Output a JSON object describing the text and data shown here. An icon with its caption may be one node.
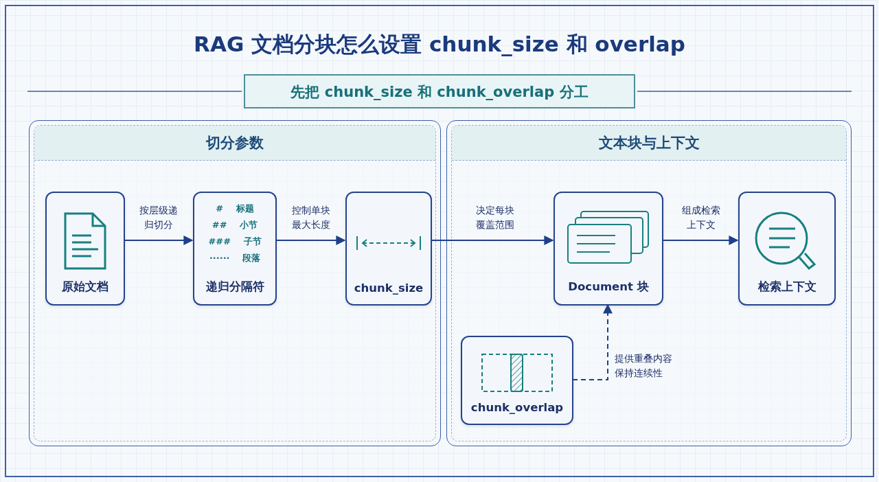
{
  "diagram": {
    "title": "RAG 文档分块怎么设置 chunk_size 和 overlap",
    "nodes": [
      {
        "text": [
          "先把 chunk_size 和 chunk_overlap 分工"
        ]
      },
      {
        "text": [
          "切分参数"
        ]
      },
      {
        "text": [
          "原始文档"
        ],
        "in": 1
      },
      {
        "text": [
          "# 标题",
          "## 小节",
          "### 子节",
          "······ 段落",
          "递归分隔符"
        ],
        "in": 1
      },
      {
        "text": [
          "chunk_size"
        ],
        "in": 1
      },
      {
        "text": [
          "文本块与上下文"
        ]
      },
      {
        "text": [
          "Document 块"
        ],
        "in": 5
      },
      {
        "text": [
          "检索上下文"
        ],
        "in": 5
      },
      {
        "text": [
          "chunk_overlap"
        ],
        "in": 5
      }
    ],
    "edges": [
      {
        "from": 2,
        "to": 3,
        "arrow": "to",
        "label": "按层级递归切分"
      },
      {
        "from": 3,
        "to": 4,
        "arrow": "to",
        "label": "控制单块最大长度"
      },
      {
        "from": 4,
        "to": 6,
        "arrow": "to",
        "label": "决定每块覆盖范围"
      },
      {
        "from": 6,
        "to": 7,
        "arrow": "to",
        "label": "组成检索上下文"
      },
      {
        "from": 8,
        "to": 6,
        "arrow": "to",
        "label": "提供重叠内容保持连续性",
        "style": "dashed"
      }
    ]
  }
}
